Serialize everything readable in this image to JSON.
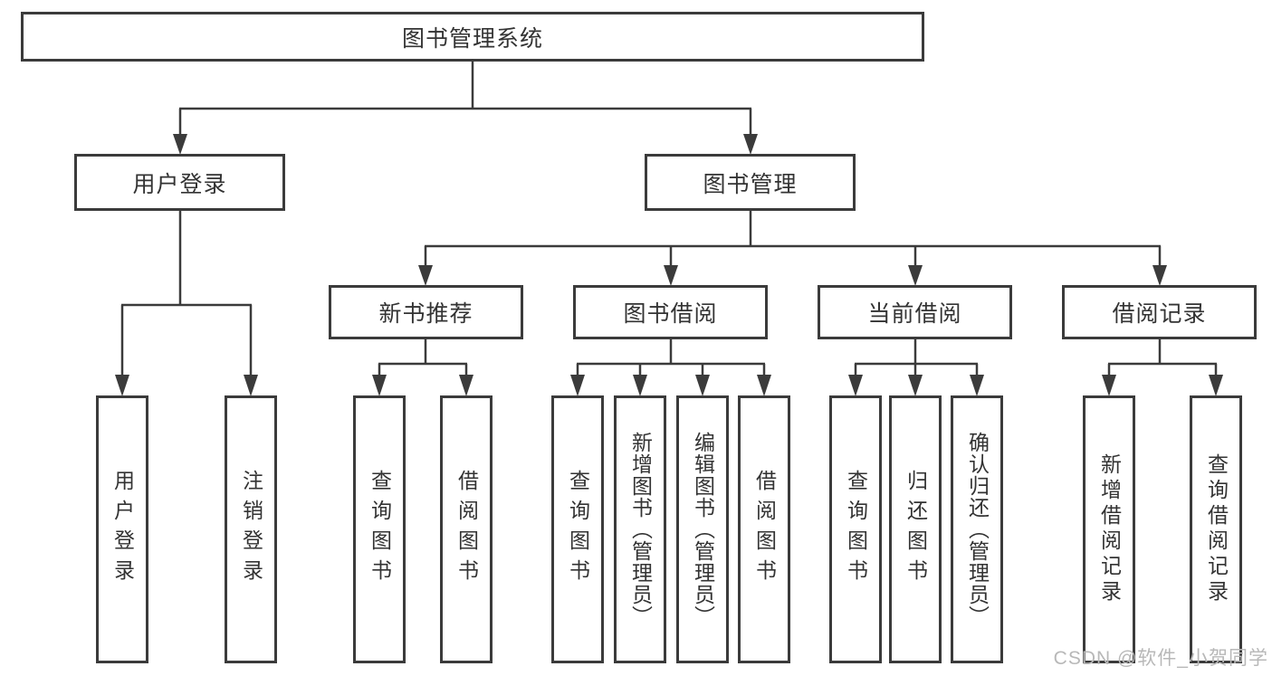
{
  "diagram_type": "hierarchy-tree",
  "watermark": "CSDN @软件_小贺同学",
  "colors": {
    "line": "#3b3b3b",
    "box_border": "#3b3b3b",
    "text": "#333333",
    "watermark": "#b8b8b8",
    "background": "#ffffff"
  },
  "root": {
    "label": "图书管理系统"
  },
  "branches": {
    "user_login": {
      "label": "用户登录",
      "children": [
        "用户登录",
        "注销登录"
      ]
    },
    "book_mgmt": {
      "label": "图书管理"
    },
    "new_book": {
      "label": "新书推荐",
      "children": [
        "查询图书",
        "借阅图书"
      ]
    },
    "borrow": {
      "label": "图书借阅",
      "children": [
        "查询图书",
        "新增图书（管理员）",
        "编辑图书（管理员）",
        "借阅图书"
      ]
    },
    "current": {
      "label": "当前借阅",
      "children": [
        "查询图书",
        "归还图书",
        "确认归还（管理员）"
      ]
    },
    "records": {
      "label": "借阅记录",
      "children": [
        "新增借阅记录",
        "查询借阅记录"
      ]
    }
  }
}
